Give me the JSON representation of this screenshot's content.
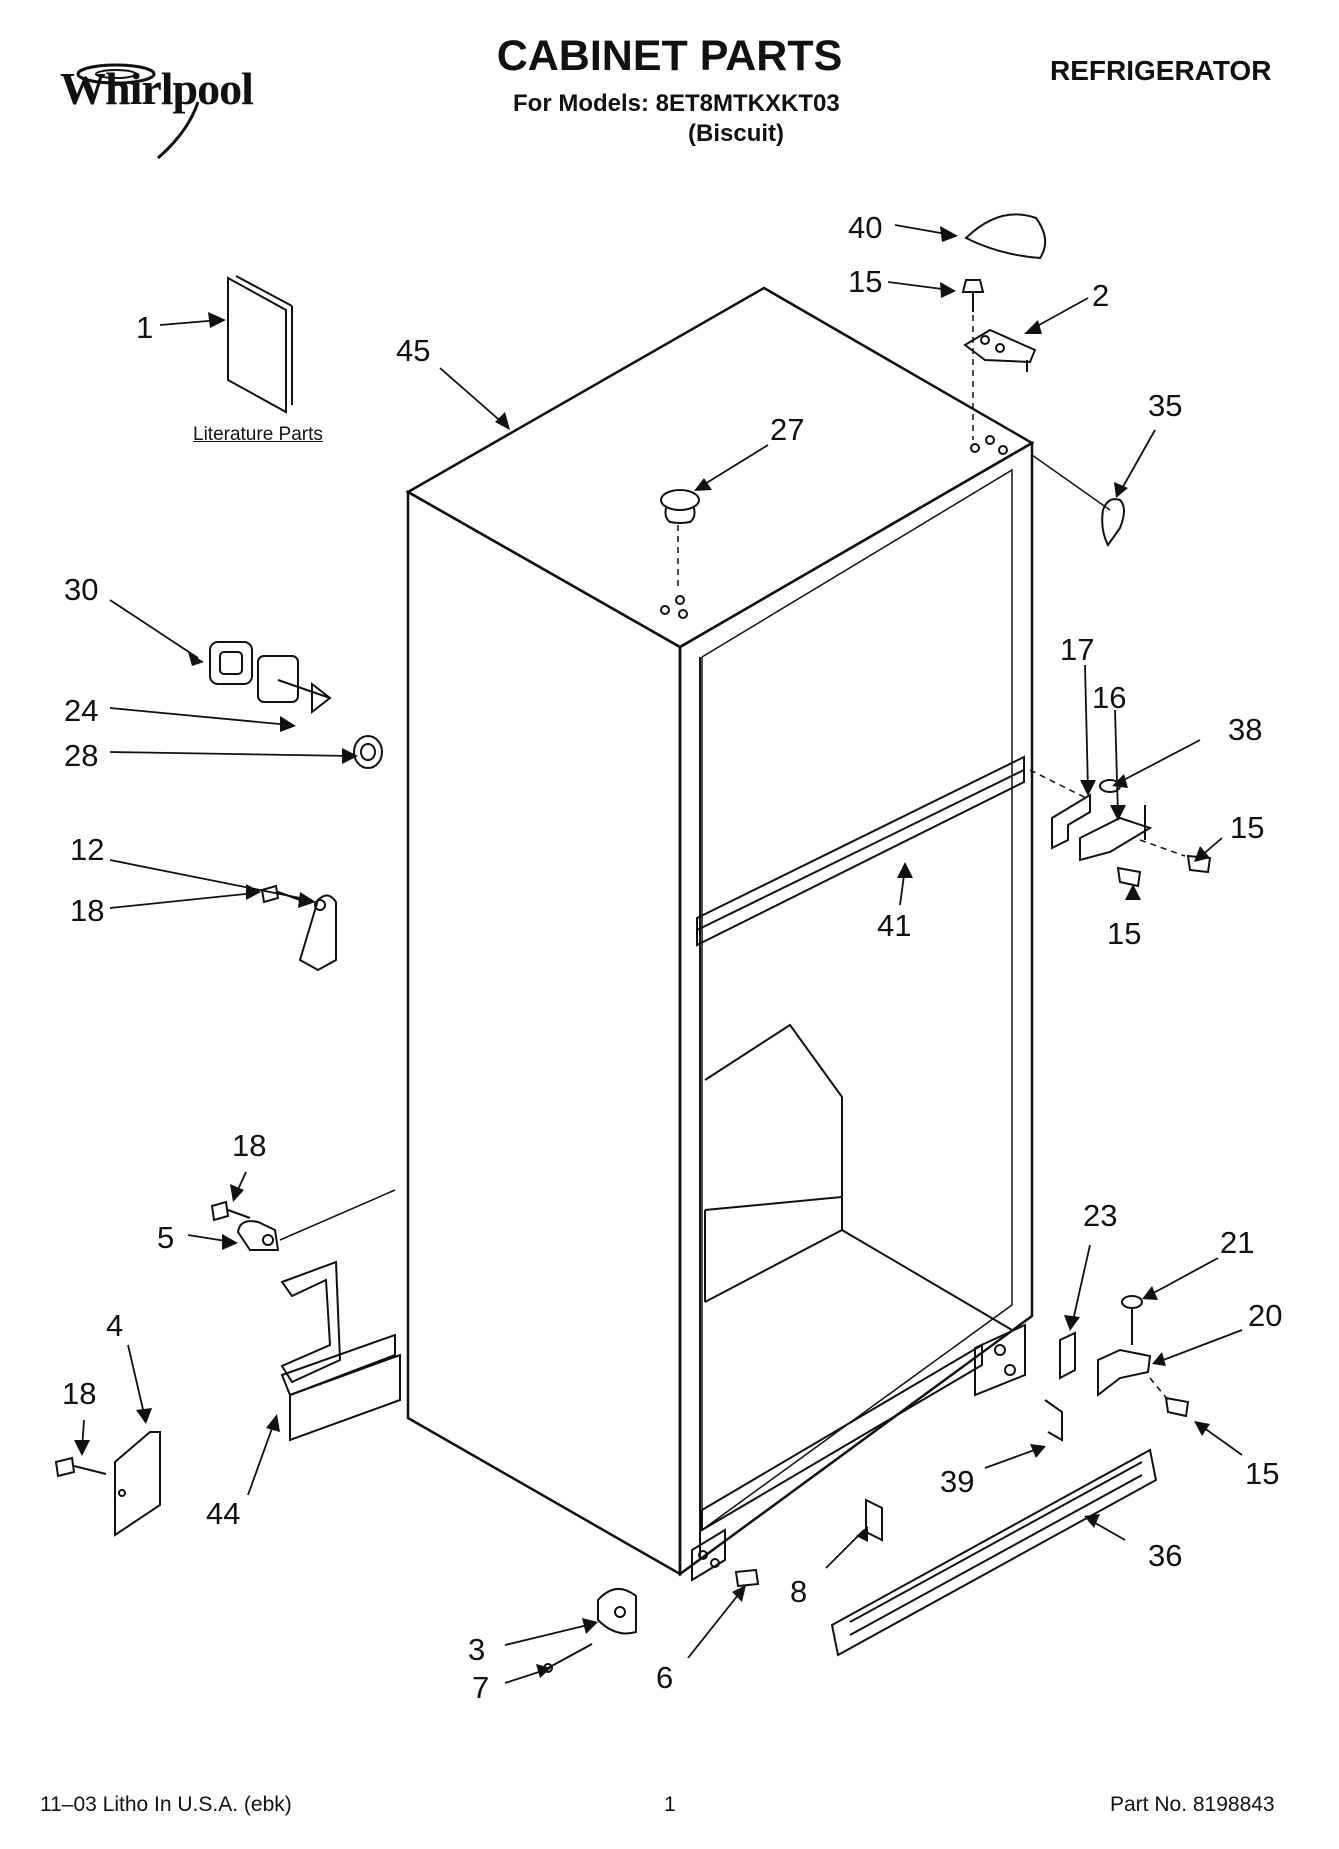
{
  "header": {
    "brand": "Whirlpool",
    "title": "CABINET PARTS",
    "models_line": "For Models: 8ET8MTKXKT03",
    "color_line": "(Biscuit)",
    "category": "REFRIGERATOR"
  },
  "diagram": {
    "literature_label": "Literature Parts",
    "callouts": [
      "40",
      "15",
      "2",
      "1",
      "45",
      "35",
      "27",
      "30",
      "24",
      "28",
      "17",
      "16",
      "38",
      "15",
      "12",
      "18",
      "41",
      "15",
      "18",
      "5",
      "23",
      "21",
      "20",
      "4",
      "18",
      "44",
      "15",
      "39",
      "36",
      "8",
      "3",
      "7",
      "6"
    ]
  },
  "footer": {
    "litho": "11–03 Litho In U.S.A. (ebk)",
    "page": "1",
    "part_no": "Part No. 8198843"
  }
}
